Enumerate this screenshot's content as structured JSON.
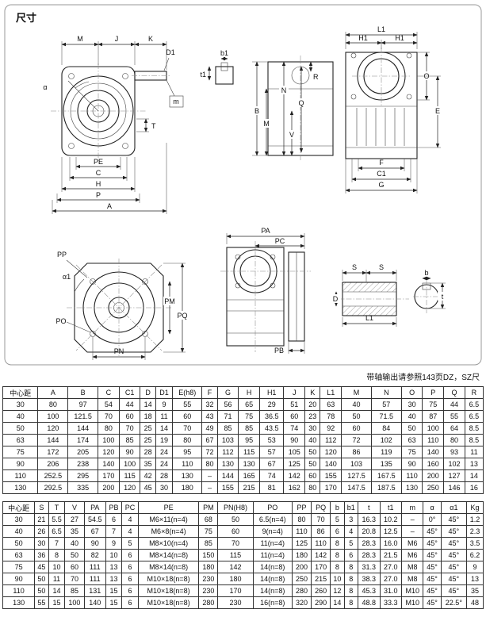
{
  "page": {
    "title": "尺寸",
    "note": "带轴输出请参照143页DZ，SZ尺"
  },
  "drawings": {
    "front_view": {
      "labels": [
        "M",
        "J",
        "K",
        "D1",
        "α",
        "m",
        "T",
        "PE",
        "C",
        "H",
        "P",
        "A"
      ]
    },
    "keyway_detail": {
      "labels": [
        "b1",
        "t1"
      ]
    },
    "side_view": {
      "labels": [
        "L1",
        "H1",
        "H1",
        "B",
        "M",
        "N",
        "Q",
        "R",
        "V",
        "O",
        "E",
        "F",
        "C1",
        "G"
      ]
    },
    "output_view": {
      "labels": [
        "PA",
        "PC",
        "PB"
      ]
    },
    "flange_view": {
      "labels": [
        "PP",
        "α1",
        "PM",
        "PQ",
        "PO",
        "PN"
      ]
    },
    "shaft_section": {
      "labels": [
        "S",
        "S",
        "D",
        "L1",
        "b",
        "t"
      ]
    }
  },
  "table1": {
    "headers": [
      "中心距",
      "A",
      "B",
      "C",
      "C1",
      "D",
      "D1",
      "E(h8)",
      "F",
      "G",
      "H",
      "H1",
      "J",
      "K",
      "L1",
      "M",
      "N",
      "O",
      "P",
      "Q",
      "R"
    ],
    "rows": [
      [
        "30",
        "80",
        "97",
        "54",
        "44",
        "14",
        "9",
        "55",
        "32",
        "56",
        "65",
        "29",
        "51",
        "20",
        "63",
        "40",
        "57",
        "30",
        "75",
        "44",
        "6.5"
      ],
      [
        "40",
        "100",
        "121.5",
        "70",
        "60",
        "18",
        "11",
        "60",
        "43",
        "71",
        "75",
        "36.5",
        "60",
        "23",
        "78",
        "50",
        "71.5",
        "40",
        "87",
        "55",
        "6.5"
      ],
      [
        "50",
        "120",
        "144",
        "80",
        "70",
        "25",
        "14",
        "70",
        "49",
        "85",
        "85",
        "43.5",
        "74",
        "30",
        "92",
        "60",
        "84",
        "50",
        "100",
        "64",
        "8.5"
      ],
      [
        "63",
        "144",
        "174",
        "100",
        "85",
        "25",
        "19",
        "80",
        "67",
        "103",
        "95",
        "53",
        "90",
        "40",
        "112",
        "72",
        "102",
        "63",
        "110",
        "80",
        "8.5"
      ],
      [
        "75",
        "172",
        "205",
        "120",
        "90",
        "28",
        "24",
        "95",
        "72",
        "112",
        "115",
        "57",
        "105",
        "50",
        "120",
        "86",
        "119",
        "75",
        "140",
        "93",
        "11"
      ],
      [
        "90",
        "206",
        "238",
        "140",
        "100",
        "35",
        "24",
        "110",
        "80",
        "130",
        "130",
        "67",
        "125",
        "50",
        "140",
        "103",
        "135",
        "90",
        "160",
        "102",
        "13"
      ],
      [
        "110",
        "252.5",
        "295",
        "170",
        "115",
        "42",
        "28",
        "130",
        "–",
        "144",
        "165",
        "74",
        "142",
        "60",
        "155",
        "127.5",
        "167.5",
        "110",
        "200",
        "127",
        "14"
      ],
      [
        "130",
        "292.5",
        "335",
        "200",
        "120",
        "45",
        "30",
        "180",
        "–",
        "155",
        "215",
        "81",
        "162",
        "80",
        "170",
        "147.5",
        "187.5",
        "130",
        "250",
        "146",
        "16"
      ]
    ]
  },
  "table2": {
    "headers": [
      "中心距",
      "S",
      "T",
      "V",
      "PA",
      "PB",
      "PC",
      "PE",
      "PM",
      "PN(H8)",
      "PO",
      "PP",
      "PQ",
      "b",
      "b1",
      "t",
      "t1",
      "m",
      "α",
      "α1",
      "Kg"
    ],
    "rows": [
      [
        "30",
        "21",
        "5.5",
        "27",
        "54.5",
        "6",
        "4",
        "M6×11(n=4)",
        "68",
        "50",
        "6.5(n=4)",
        "80",
        "70",
        "5",
        "3",
        "16.3",
        "10.2",
        "–",
        "0°",
        "45°",
        "1.2"
      ],
      [
        "40",
        "26",
        "6.5",
        "35",
        "67",
        "7",
        "4",
        "M6×8(n=4)",
        "75",
        "60",
        "9(n=4)",
        "110",
        "86",
        "6",
        "4",
        "20.8",
        "12.5",
        "–",
        "45°",
        "45°",
        "2.3"
      ],
      [
        "50",
        "30",
        "7",
        "40",
        "90",
        "9",
        "5",
        "M8×10(n=4)",
        "85",
        "70",
        "11(n=4)",
        "125",
        "110",
        "8",
        "5",
        "28.3",
        "16.0",
        "M6",
        "45°",
        "45°",
        "3.5"
      ],
      [
        "63",
        "36",
        "8",
        "50",
        "82",
        "10",
        "6",
        "M8×14(n=8)",
        "150",
        "115",
        "11(n=4)",
        "180",
        "142",
        "8",
        "6",
        "28.3",
        "21.5",
        "M6",
        "45°",
        "45°",
        "6.2"
      ],
      [
        "75",
        "45",
        "10",
        "60",
        "111",
        "13",
        "6",
        "M8×14(n=8)",
        "180",
        "142",
        "14(n=8)",
        "200",
        "170",
        "8",
        "8",
        "31.3",
        "27.0",
        "M8",
        "45°",
        "45°",
        "9"
      ],
      [
        "90",
        "50",
        "11",
        "70",
        "111",
        "13",
        "6",
        "M10×18(n=8)",
        "230",
        "180",
        "14(n=8)",
        "250",
        "215",
        "10",
        "8",
        "38.3",
        "27.0",
        "M8",
        "45°",
        "45°",
        "13"
      ],
      [
        "110",
        "50",
        "14",
        "85",
        "131",
        "15",
        "6",
        "M10×18(n=8)",
        "230",
        "170",
        "14(n=8)",
        "280",
        "260",
        "12",
        "8",
        "45.3",
        "31.0",
        "M10",
        "45°",
        "45°",
        "35"
      ],
      [
        "130",
        "55",
        "15",
        "100",
        "140",
        "15",
        "6",
        "M10×18(n=8)",
        "280",
        "230",
        "16(n=8)",
        "320",
        "290",
        "14",
        "8",
        "48.8",
        "33.3",
        "M10",
        "45°",
        "22.5°",
        "48"
      ]
    ]
  }
}
